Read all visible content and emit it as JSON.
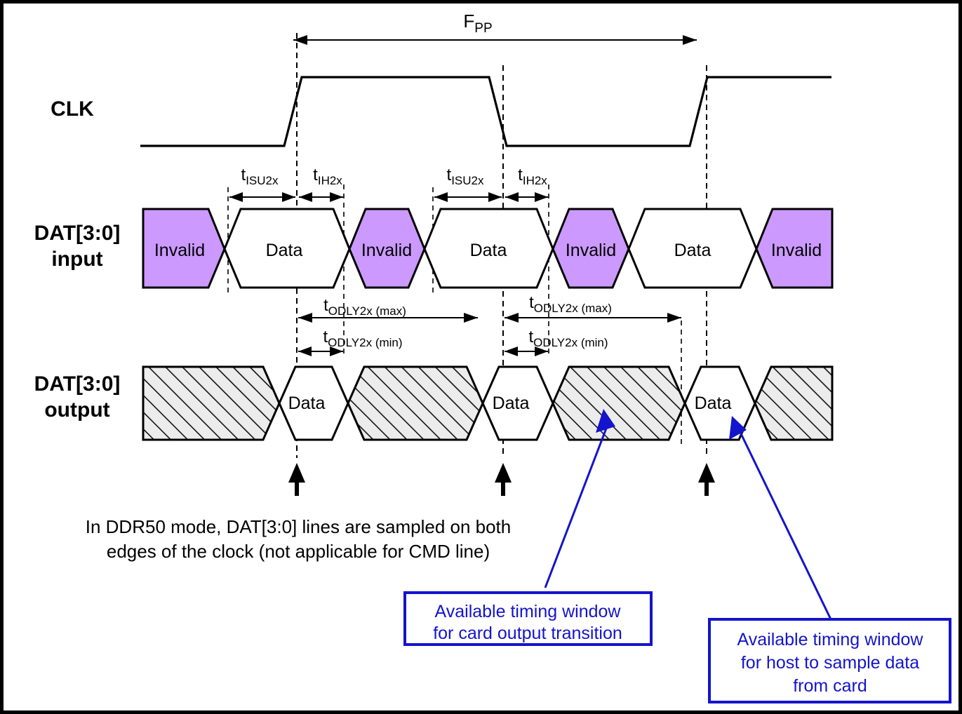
{
  "diagram": {
    "title_label": "FPP",
    "title_base": "F",
    "title_sub": "PP",
    "rows": [
      {
        "id": "clk",
        "label": "CLK",
        "label2": ""
      },
      {
        "id": "dat_in",
        "label": "DAT[3:0]",
        "label2": "input"
      },
      {
        "id": "dat_out",
        "label": "DAT[3:0]",
        "label2": "output"
      }
    ],
    "input_cells": [
      {
        "text": "Invalid",
        "kind": "invalid"
      },
      {
        "text": "Data",
        "kind": "data"
      },
      {
        "text": "Invalid",
        "kind": "invalid"
      },
      {
        "text": "Data",
        "kind": "data"
      },
      {
        "text": "Invalid",
        "kind": "invalid"
      },
      {
        "text": "Data",
        "kind": "data"
      },
      {
        "text": "Invalid",
        "kind": "invalid"
      }
    ],
    "output_cells": [
      {
        "text": "",
        "kind": "hatched"
      },
      {
        "text": "Data",
        "kind": "data"
      },
      {
        "text": "",
        "kind": "hatched"
      },
      {
        "text": "Data",
        "kind": "data"
      },
      {
        "text": "",
        "kind": "hatched"
      },
      {
        "text": "Data",
        "kind": "data"
      },
      {
        "text": "",
        "kind": "hatched"
      }
    ],
    "timing_labels": {
      "isu": {
        "base": "t",
        "sub": "ISU2x"
      },
      "ih": {
        "base": "t",
        "sub": "IH2x"
      },
      "odly_max": {
        "base": "t",
        "sub": "ODLY2x (max)"
      },
      "odly_min": {
        "base": "t",
        "sub": "ODLY2x (min)"
      }
    },
    "timing_markers": [
      {
        "base": "t",
        "sub": "ISU2x"
      },
      {
        "base": "t",
        "sub": "IH2x"
      },
      {
        "base": "t",
        "sub": "ISU2x"
      },
      {
        "base": "t",
        "sub": "IH2x"
      }
    ],
    "odly_markers": [
      {
        "base": "t",
        "sub": "ODLY2x (max)"
      },
      {
        "base": "t",
        "sub": "ODLY2x (min)"
      },
      {
        "base": "t",
        "sub": "ODLY2x (max)"
      },
      {
        "base": "t",
        "sub": "ODLY2x (min)"
      }
    ],
    "caption": {
      "line1": "In DDR50 mode, DAT[3:0] lines are sampled on both",
      "line2": "edges of the clock (not applicable for CMD line)"
    },
    "callouts": [
      {
        "id": "card-output-transition",
        "lines": [
          "Available timing window",
          "for card output transition"
        ]
      },
      {
        "id": "host-sample-data",
        "lines": [
          "Available timing window",
          "for host to sample data",
          "from card"
        ]
      }
    ],
    "colors": {
      "invalid_fill": "#CC99FF",
      "hatch_fill": "#ECECEC",
      "callout_blue": "#1414CC",
      "line_black": "#000000",
      "background": "#FFFFFF"
    }
  }
}
